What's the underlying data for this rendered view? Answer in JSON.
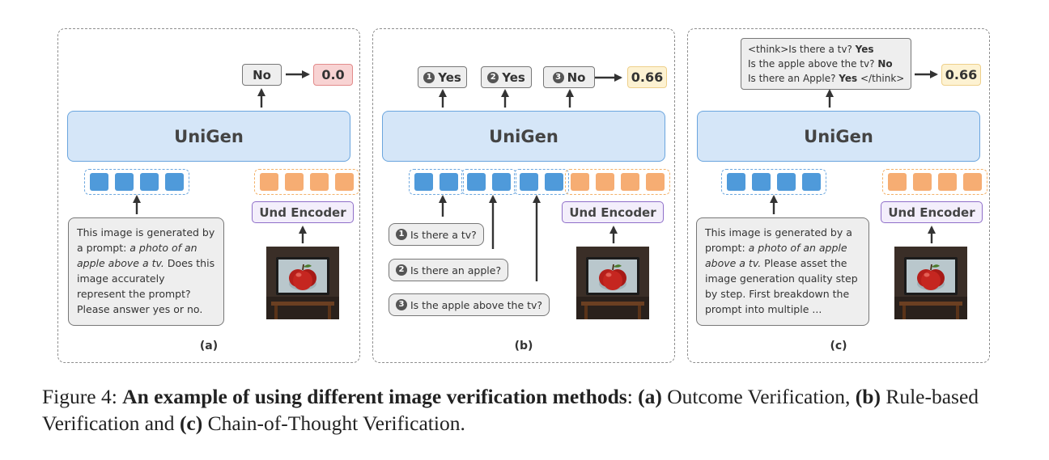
{
  "panel_a": {
    "output": "No",
    "score": "0.0",
    "model": "UniGen",
    "encoder": "Und Encoder",
    "prompt_pre": "This image is generated by a prompt: ",
    "prompt_italic": "a photo of an apple above a tv.",
    "prompt_post": " Does this image accurately represent the prompt? Please answer yes or no.",
    "label": "(a)"
  },
  "panel_b": {
    "outputs": [
      {
        "num": "1",
        "text": "Yes"
      },
      {
        "num": "2",
        "text": "Yes"
      },
      {
        "num": "3",
        "text": "No"
      }
    ],
    "score": "0.66",
    "model": "UniGen",
    "encoder": "Und Encoder",
    "questions": [
      {
        "num": "1",
        "text": "Is there a tv?"
      },
      {
        "num": "2",
        "text": "Is there an apple?"
      },
      {
        "num": "3",
        "text": "Is the apple above the tv?"
      }
    ],
    "label": "(b)"
  },
  "panel_c": {
    "think": [
      {
        "text": "<think>Is there a tv? ",
        "answer": "Yes",
        "suffix": ""
      },
      {
        "text": "Is the apple above the tv? ",
        "answer": "No",
        "suffix": ""
      },
      {
        "text": "Is there an Apple? ",
        "answer": "Yes",
        "suffix": " </think>"
      }
    ],
    "score": "0.66",
    "model": "UniGen",
    "encoder": "Und Encoder",
    "prompt_pre": "This image is generated by a prompt: ",
    "prompt_italic": "a photo of an apple above a tv.",
    "prompt_post": " Please asset the image generation quality step by step. First breakdown the prompt into multiple ...",
    "label": "(c)"
  },
  "caption": {
    "figure": "Figure 4:",
    "title": "An example of using different image verification methods",
    "colon": ":",
    "a_tag": "(a)",
    "a_text": " Outcome Verification,",
    "b_tag": "(b)",
    "b_text": " Rule-based Verification and",
    "c_tag": "(c)",
    "c_text": " Chain-of-Thought Verification."
  },
  "colors": {
    "token_blue": "#4f9ada",
    "token_orange": "#f6ad73",
    "model_fill": "#d5e6f8",
    "encoder_border": "#8f6fc9",
    "score_red": "#f8d3d3",
    "score_yellow": "#fdf2d2"
  }
}
